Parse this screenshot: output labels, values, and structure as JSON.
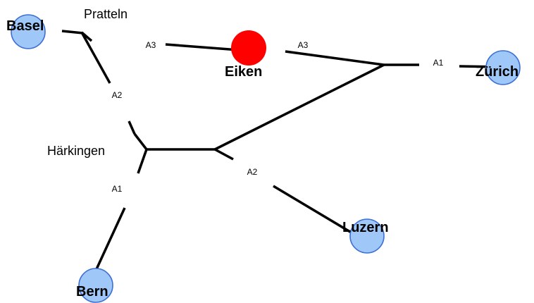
{
  "colors": {
    "city_fill": "#9fc7f7",
    "city_stroke": "#3b6fd4",
    "incident_fill": "#ff0000",
    "road": "#000000"
  },
  "cities": {
    "basel": "Basel",
    "zurich": "Zürich",
    "luzern": "Luzern",
    "bern": "Bern"
  },
  "incident": {
    "label": "Eiken"
  },
  "junctions": {
    "pratteln": "Pratteln",
    "haerkingen": "Härkingen"
  },
  "roads": {
    "a3_west": "A3",
    "a3_east": "A3",
    "a1_east": "A1",
    "a2_north": "A2",
    "a2_south": "A2",
    "a1_south": "A1"
  }
}
